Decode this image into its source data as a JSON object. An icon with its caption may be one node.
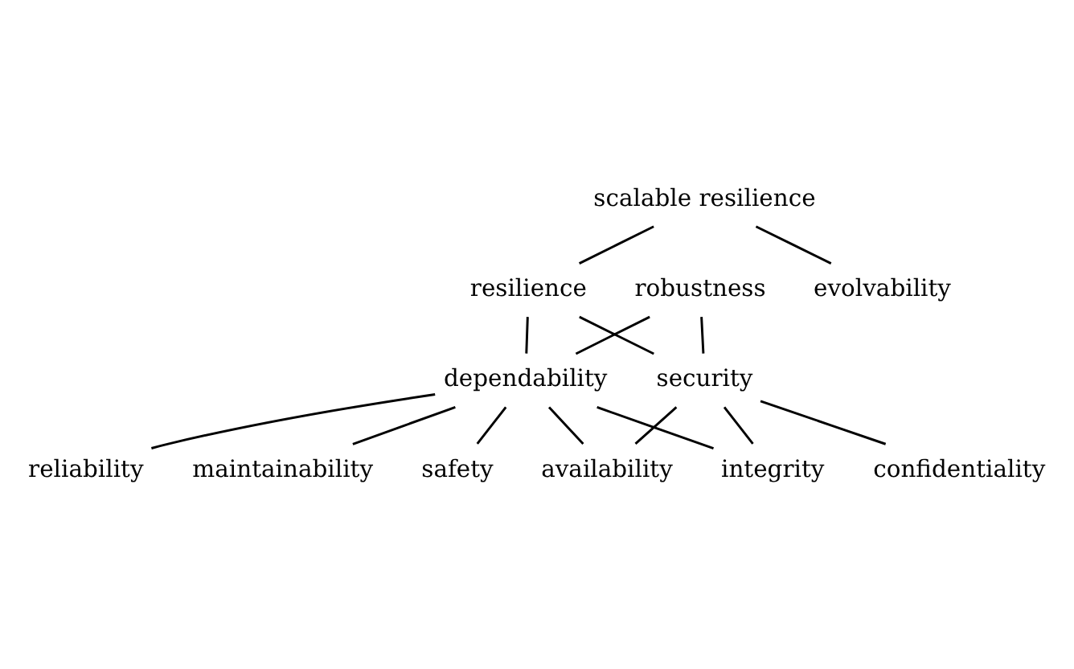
{
  "diagram": {
    "nodes": [
      {
        "text": [
          "scalable resilience"
        ]
      },
      {
        "text": [
          "resilience"
        ]
      },
      {
        "text": [
          "evolvability"
        ]
      },
      {
        "text": [
          "robustness"
        ]
      },
      {
        "text": [
          "dependability"
        ]
      },
      {
        "text": [
          "security"
        ]
      },
      {
        "text": [
          "reliability"
        ]
      },
      {
        "text": [
          "maintainability"
        ]
      },
      {
        "text": [
          "availability"
        ]
      },
      {
        "text": [
          "integrity"
        ]
      },
      {
        "text": [
          "confidentiality"
        ]
      },
      {
        "text": [
          "safety"
        ]
      }
    ],
    "edges": [
      {
        "from": 0,
        "to": 1,
        "arrow": "none"
      },
      {
        "from": 0,
        "to": 2,
        "arrow": "none"
      },
      {
        "from": 1,
        "to": 4,
        "arrow": "none"
      },
      {
        "from": 1,
        "to": 5,
        "arrow": "none"
      },
      {
        "from": 3,
        "to": 4,
        "arrow": "none"
      },
      {
        "from": 3,
        "to": 5,
        "arrow": "none"
      },
      {
        "from": 4,
        "to": 6,
        "arrow": "none"
      },
      {
        "from": 4,
        "to": 7,
        "arrow": "none"
      },
      {
        "from": 4,
        "to": 11,
        "arrow": "none"
      },
      {
        "from": 4,
        "to": 8,
        "arrow": "none"
      },
      {
        "from": 4,
        "to": 9,
        "arrow": "none"
      },
      {
        "from": 5,
        "to": 8,
        "arrow": "none"
      },
      {
        "from": 5,
        "to": 9,
        "arrow": "none"
      },
      {
        "from": 5,
        "to": 10,
        "arrow": "none"
      }
    ]
  }
}
